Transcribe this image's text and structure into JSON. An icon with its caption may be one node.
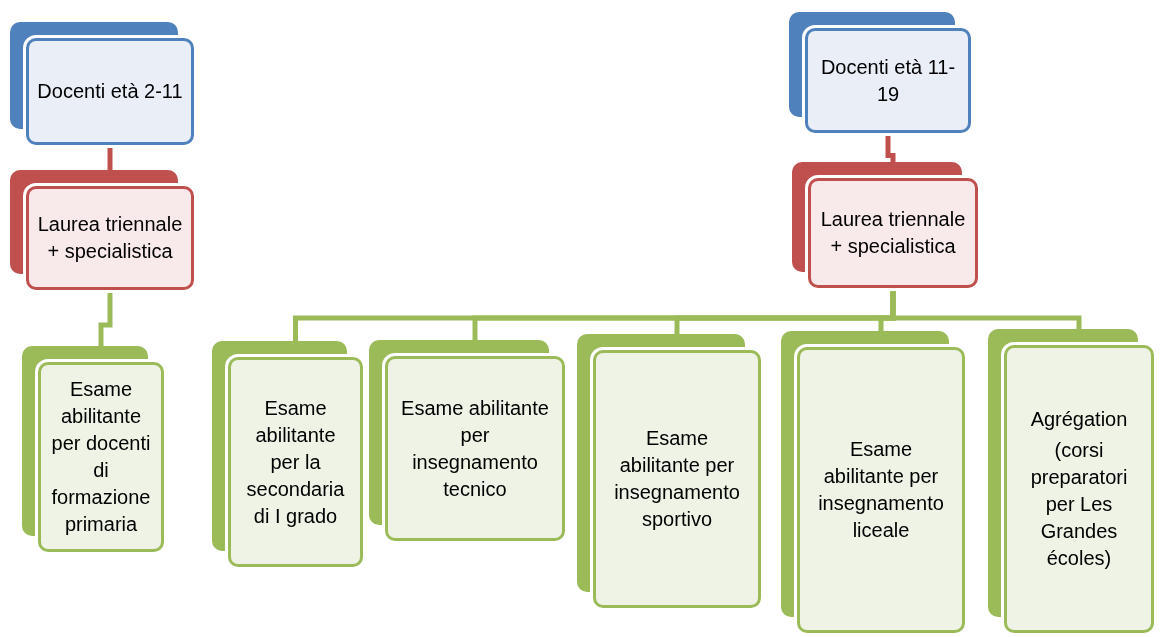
{
  "diagram": {
    "nodes": [
      {
        "text": [
          "Docenti età 2-11"
        ]
      },
      {
        "text": [
          "Laurea triennale + specialistica"
        ]
      },
      {
        "text": [
          "Esame abilitante per docenti di formazione primaria"
        ]
      },
      {
        "text": [
          "Docenti età 11-19"
        ]
      },
      {
        "text": [
          "Laurea triennale + specialistica"
        ]
      },
      {
        "text": [
          "Esame abilitante per la secondaria di I grado"
        ]
      },
      {
        "text": [
          "Esame abilitante per insegnamento tecnico"
        ]
      },
      {
        "text": [
          "Esame abilitante per insegnamento sportivo"
        ]
      },
      {
        "text": [
          "Esame abilitante per insegnamento liceale"
        ]
      },
      {
        "text": [
          "Agrégation",
          "(corsi preparatori per Les Grandes écoles)"
        ]
      }
    ],
    "edges": [
      {
        "from": 0,
        "to": 1,
        "arrow": "none",
        "color": "#c0504d"
      },
      {
        "from": 1,
        "to": 2,
        "arrow": "none"
      },
      {
        "from": 3,
        "to": 4,
        "arrow": "none",
        "color": "#c0504d"
      },
      {
        "from": 4,
        "to": 5,
        "arrow": "none"
      },
      {
        "from": 4,
        "to": 6,
        "arrow": "none"
      },
      {
        "from": 4,
        "to": 7,
        "arrow": "none"
      },
      {
        "from": 4,
        "to": 8,
        "arrow": "none"
      },
      {
        "from": 4,
        "to": 9,
        "arrow": "none"
      }
    ]
  }
}
